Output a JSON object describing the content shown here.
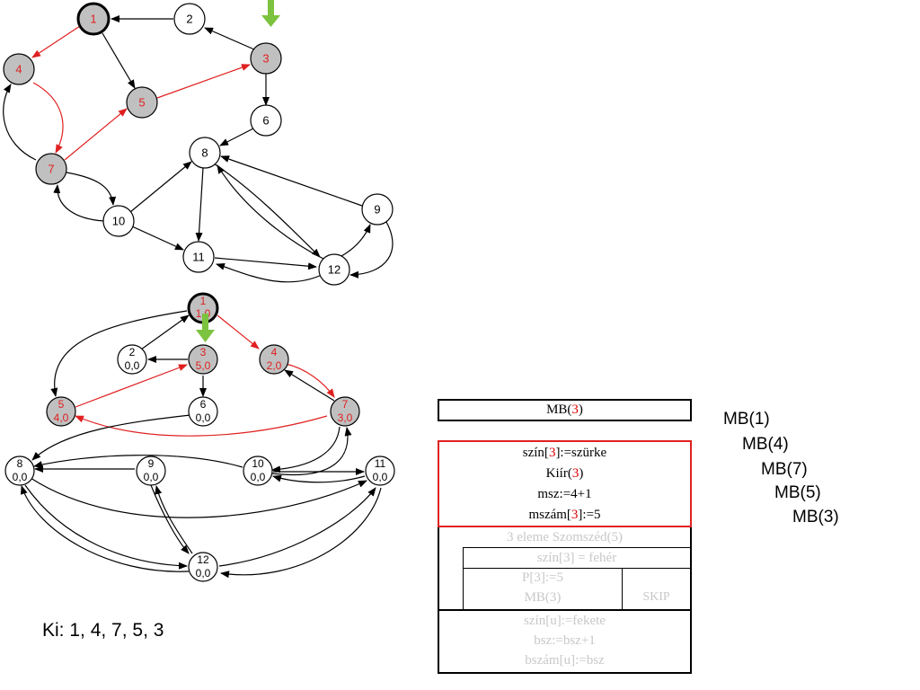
{
  "colors": {
    "visited_fill": "#c0c0c0",
    "red": "#e02020",
    "arrow_green": "#7cc33f",
    "edge": "#000000"
  },
  "graph_top": {
    "nodes": [
      {
        "id": "1",
        "state": "root",
        "label_color": "red"
      },
      {
        "id": "2",
        "state": "white"
      },
      {
        "id": "3",
        "state": "gray",
        "label_color": "red"
      },
      {
        "id": "4",
        "state": "gray",
        "label_color": "red"
      },
      {
        "id": "5",
        "state": "gray",
        "label_color": "red"
      },
      {
        "id": "6",
        "state": "white"
      },
      {
        "id": "7",
        "state": "gray",
        "label_color": "red"
      },
      {
        "id": "8",
        "state": "white"
      },
      {
        "id": "9",
        "state": "white"
      },
      {
        "id": "10",
        "state": "white"
      },
      {
        "id": "11",
        "state": "white"
      },
      {
        "id": "12",
        "state": "white"
      }
    ],
    "edges": [
      {
        "from": "2",
        "to": "1"
      },
      {
        "from": "1",
        "to": "4",
        "red": true
      },
      {
        "from": "1",
        "to": "5"
      },
      {
        "from": "3",
        "to": "2"
      },
      {
        "from": "5",
        "to": "3",
        "red": true
      },
      {
        "from": "3",
        "to": "6"
      },
      {
        "from": "4",
        "to": "7",
        "red": true
      },
      {
        "from": "7",
        "to": "4"
      },
      {
        "from": "7",
        "to": "5",
        "red": true
      },
      {
        "from": "6",
        "to": "8"
      },
      {
        "from": "7",
        "to": "10"
      },
      {
        "from": "10",
        "to": "7"
      },
      {
        "from": "10",
        "to": "8"
      },
      {
        "from": "10",
        "to": "11"
      },
      {
        "from": "8",
        "to": "11"
      },
      {
        "from": "8",
        "to": "12"
      },
      {
        "from": "12",
        "to": "8"
      },
      {
        "from": "9",
        "to": "8"
      },
      {
        "from": "11",
        "to": "12"
      },
      {
        "from": "12",
        "to": "11"
      },
      {
        "from": "12",
        "to": "9"
      },
      {
        "from": "9",
        "to": "12"
      }
    ]
  },
  "graph_bottom": {
    "nodes": [
      {
        "id": "1",
        "sub": "1,0",
        "state": "root"
      },
      {
        "id": "2",
        "sub": "0,0",
        "state": "white"
      },
      {
        "id": "3",
        "sub": "5,0",
        "state": "gray"
      },
      {
        "id": "4",
        "sub": "2,0",
        "state": "gray"
      },
      {
        "id": "5",
        "sub": "4,0",
        "state": "gray"
      },
      {
        "id": "6",
        "sub": "0,0",
        "state": "white"
      },
      {
        "id": "7",
        "sub": "3,0",
        "state": "gray"
      },
      {
        "id": "8",
        "sub": "0,0",
        "state": "white"
      },
      {
        "id": "9",
        "sub": "0,0",
        "state": "white"
      },
      {
        "id": "10",
        "sub": "0,0",
        "state": "white"
      },
      {
        "id": "11",
        "sub": "0,0",
        "state": "white"
      },
      {
        "id": "12",
        "sub": "0,0",
        "state": "white"
      }
    ]
  },
  "nsd": {
    "header": {
      "pre": "MB(",
      "arg": "3",
      "post": ")"
    },
    "block": [
      {
        "pre": "szín[",
        "arg": "3",
        "post": "]:=szürke"
      },
      {
        "pre": "Kiír(",
        "arg": "3",
        "post": ")"
      },
      {
        "pre": "msz:=4+1",
        "arg": "",
        "post": ""
      },
      {
        "pre": "mszám[",
        "arg": "3",
        "post": "]:=5"
      }
    ],
    "loop": "3 eleme Szomszéd(5)",
    "condition": "szín[3] = fehér",
    "branch_lines": [
      "P[3]:=5",
      "MB(3)"
    ],
    "skip": "SKIP",
    "tail": [
      "szín[u]:=fekete",
      "bsz:=bsz+1",
      "bszám[u]:=bsz"
    ]
  },
  "output": "Ki: 1, 4, 7, 5, 3",
  "call_stack": [
    "MB(1)",
    "MB(4)",
    "MB(7)",
    "MB(5)",
    "MB(3)"
  ]
}
